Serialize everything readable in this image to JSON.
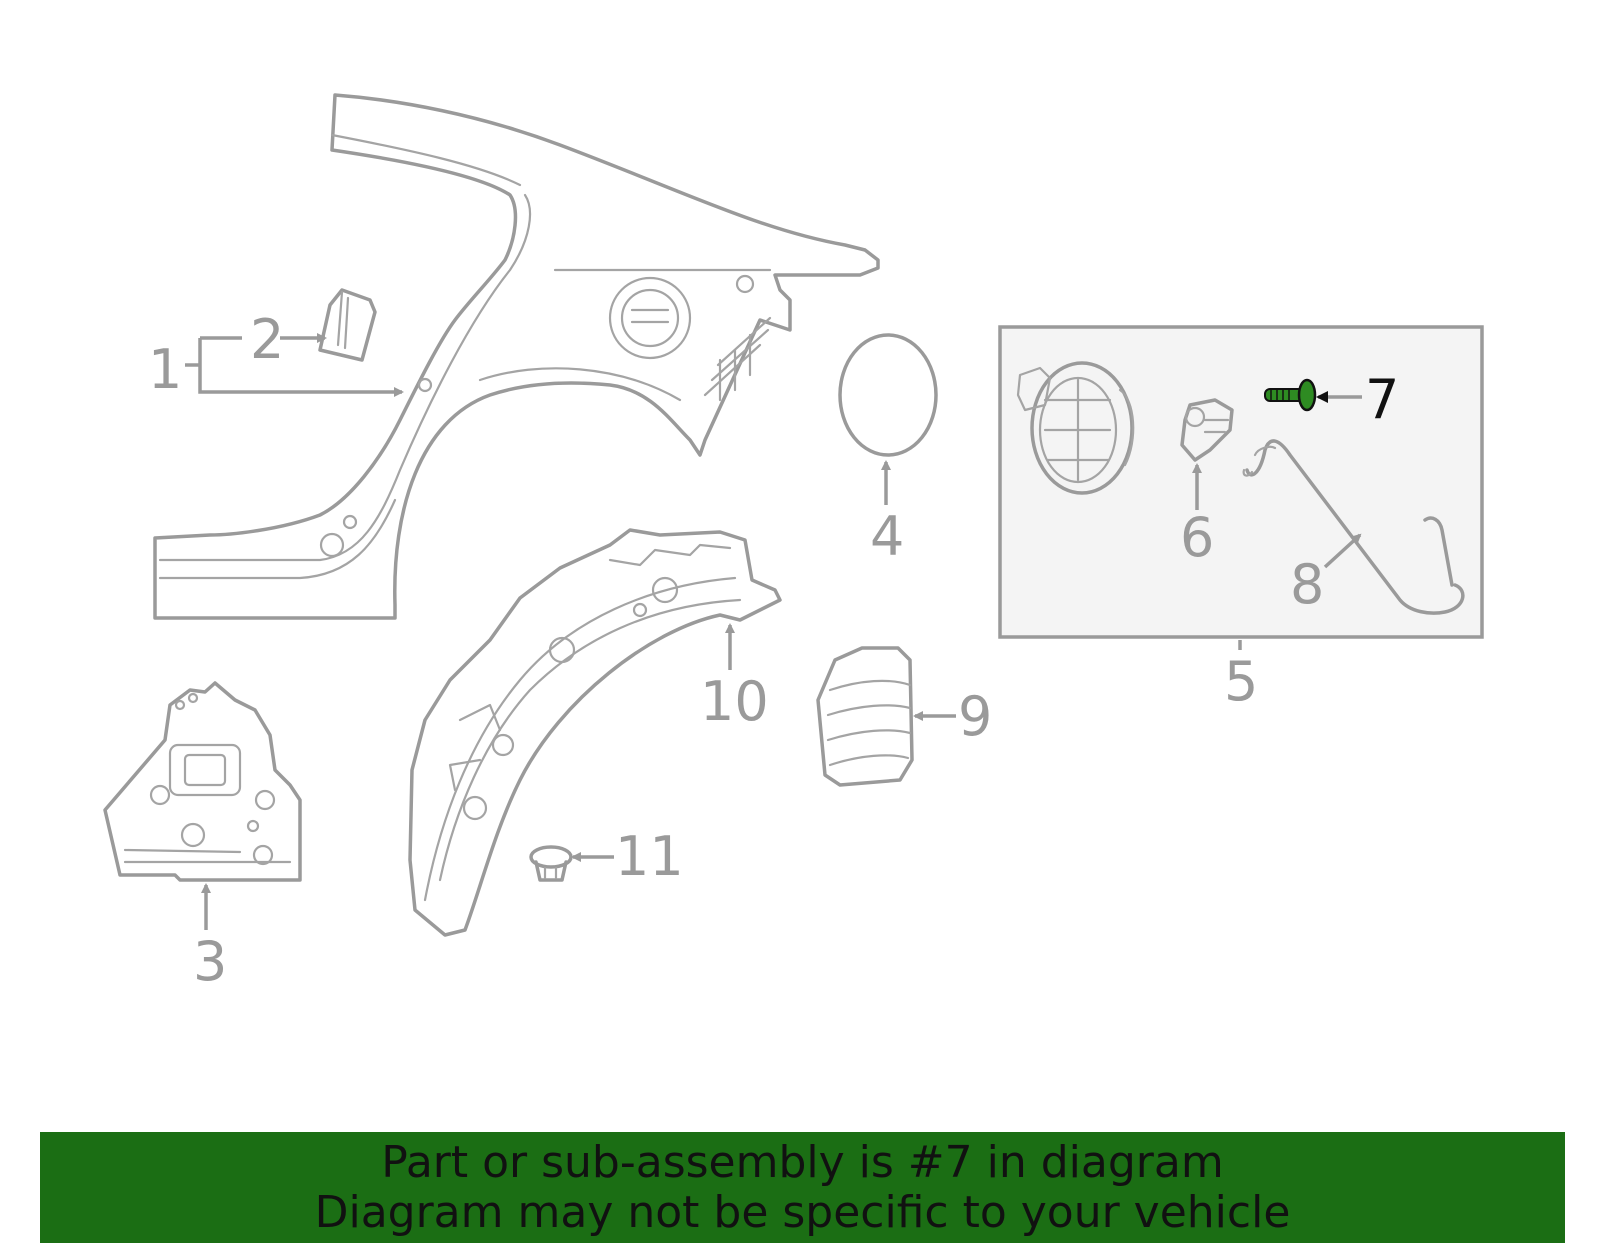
{
  "callouts": {
    "c1": "1",
    "c2": "2",
    "c3": "3",
    "c4": "4",
    "c5": "5",
    "c6": "6",
    "c7": "7",
    "c8": "8",
    "c9": "9",
    "c10": "10",
    "c11": "11"
  },
  "highlighted_part": "7",
  "banner": {
    "line1": "Part or sub-assembly is #7 in diagram",
    "line2": "Diagram may not be specific to your vehicle"
  },
  "colors": {
    "banner_bg": "#1b6e14",
    "part_stroke": "#9a9a9a",
    "highlight_part": "#2e8b22",
    "highlight_text": "#111111"
  }
}
